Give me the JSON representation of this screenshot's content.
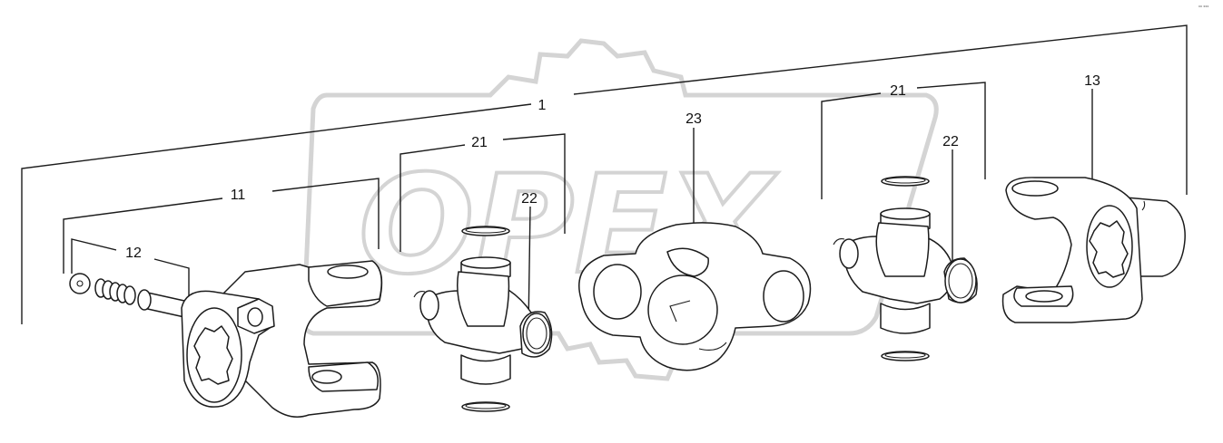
{
  "watermark": {
    "text": "OPEX"
  },
  "drawing_code": "°° °°°",
  "callouts": {
    "c1": "1",
    "c11": "11",
    "c12": "12",
    "c13": "13",
    "c21a": "21",
    "c21b": "21",
    "c22a": "22",
    "c22b": "22",
    "c23": "23"
  }
}
